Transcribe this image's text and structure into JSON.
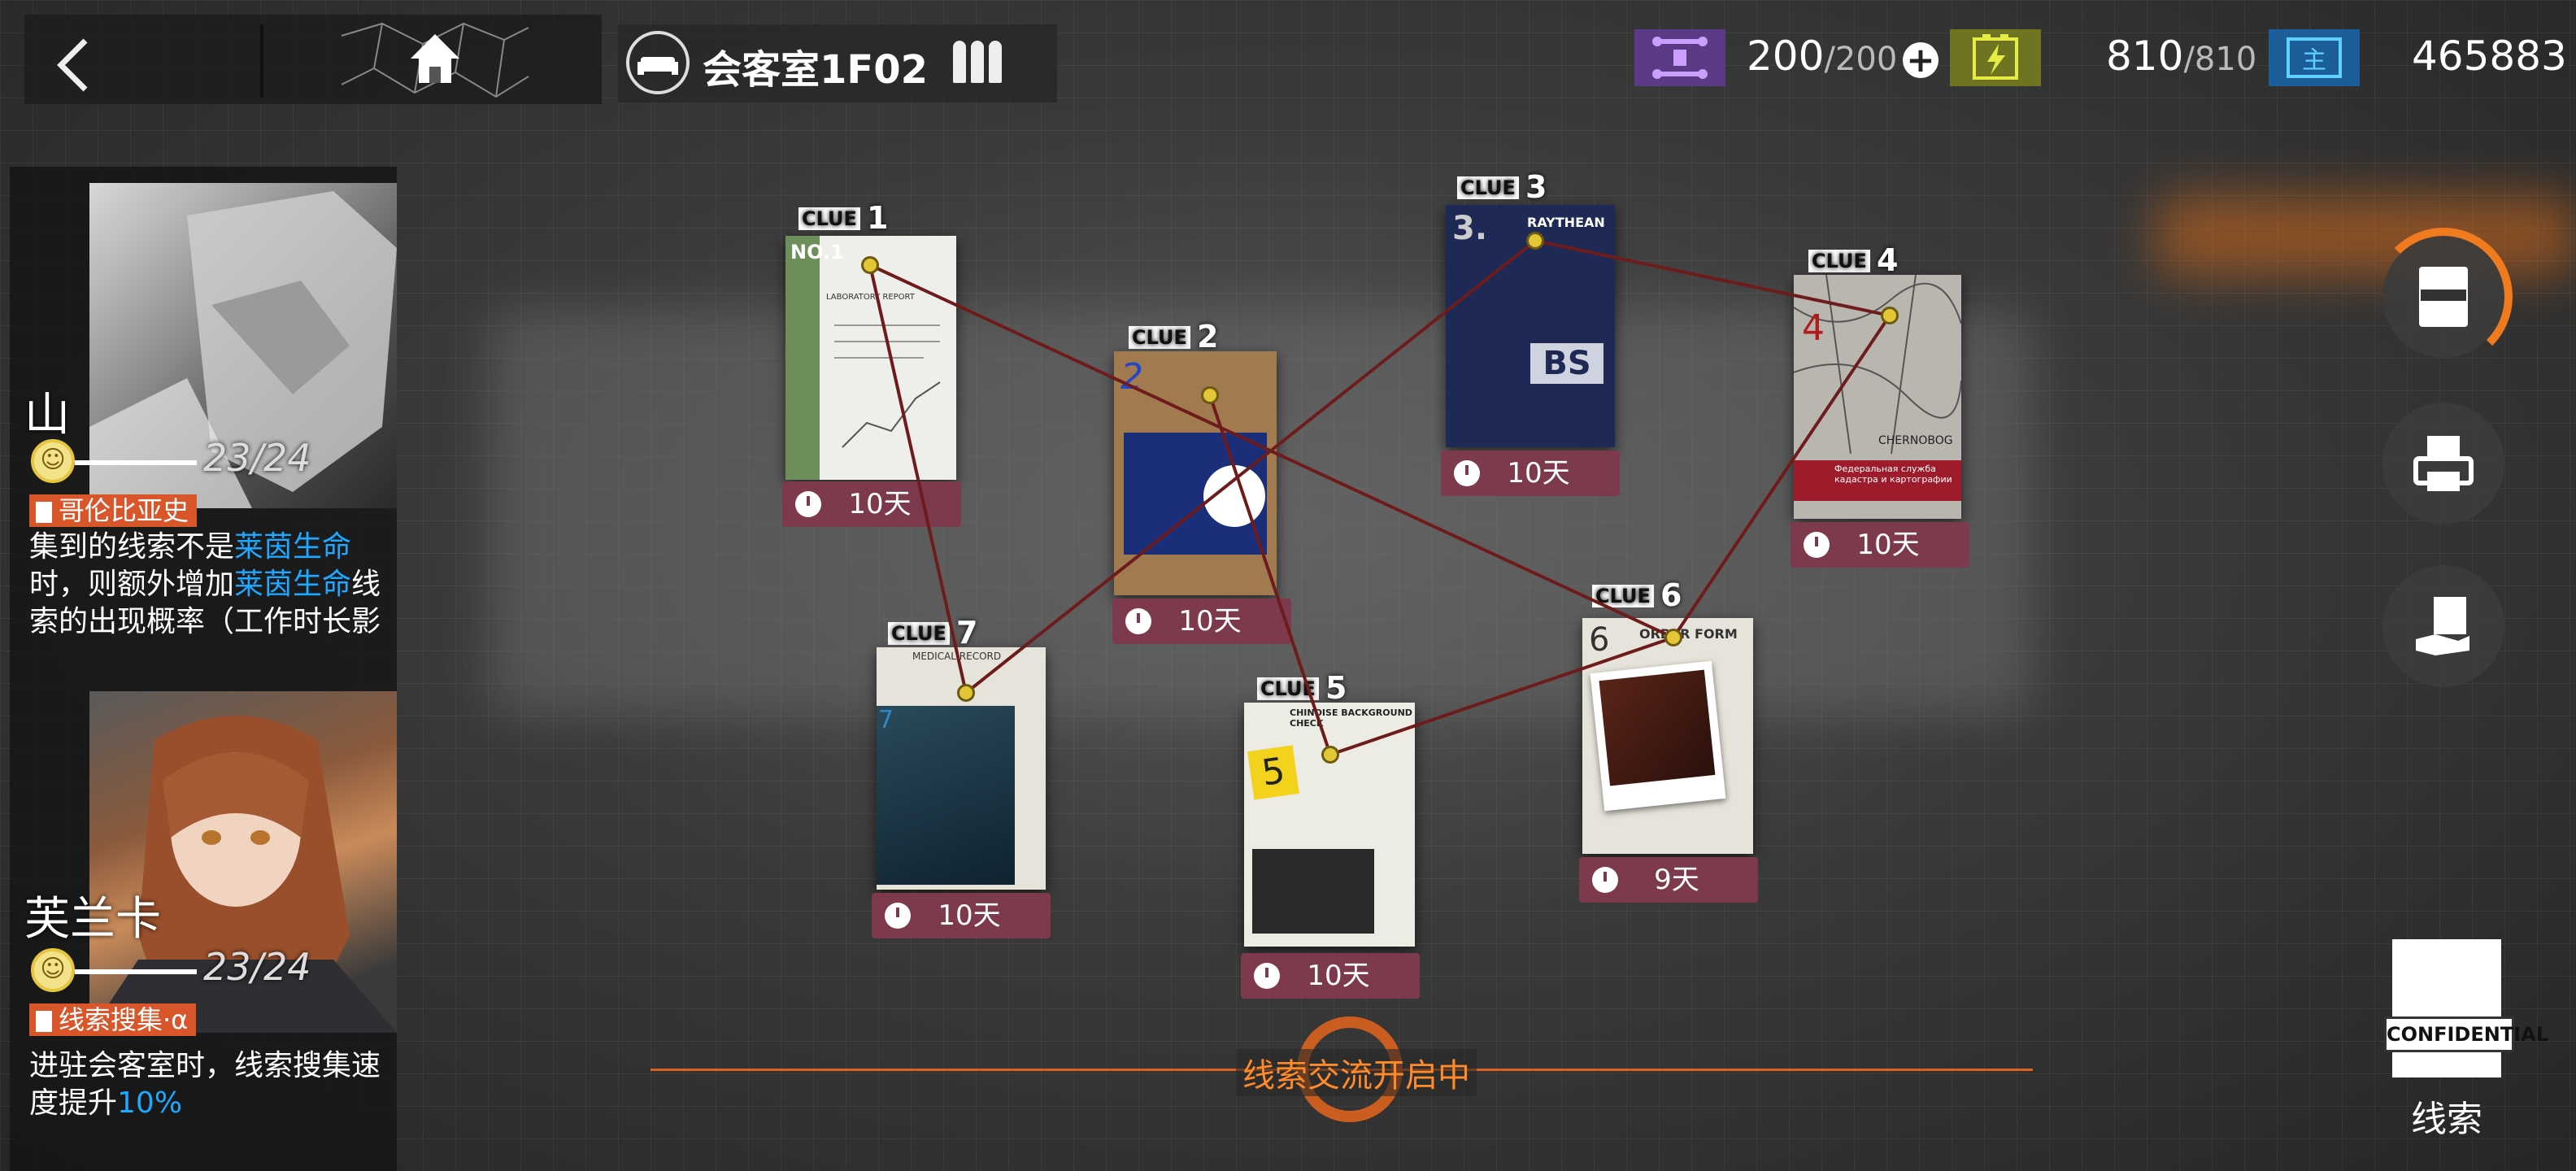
{
  "header": {
    "back_icon": "chevron-left-icon",
    "home_icon": "home-icon",
    "room_icon": "sofa-icon",
    "room_name": "会客室1F02",
    "room_level_icon": "level-bars-icon"
  },
  "resources": {
    "drone": {
      "icon": "drone-icon",
      "value": "200",
      "max": "/200"
    },
    "battery": {
      "icon": "battery-icon",
      "value": "810",
      "max": "/810"
    },
    "tickets": {
      "icon": "ticket-icon",
      "value": "465883"
    }
  },
  "operators": [
    {
      "name": "山",
      "morale": "23/24",
      "skill_name": "哥伦比亚史",
      "skill_desc_parts": [
        "集到的线索不是",
        "莱茵生命",
        "时，则额外增加",
        "莱茵生命",
        "线索的出现概率（工作时长影响概率）"
      ]
    },
    {
      "name": "芙兰卡",
      "morale": "23/24",
      "skill_name": "线索搜集·α",
      "skill_desc_parts": [
        "进驻会客室时，线索搜集速度提升",
        "10%"
      ]
    }
  ],
  "clues": [
    {
      "tag": "CLUE",
      "number": "1",
      "timer": "10天"
    },
    {
      "tag": "CLUE",
      "number": "2",
      "timer": "10天"
    },
    {
      "tag": "CLUE",
      "number": "3",
      "timer": "10天"
    },
    {
      "tag": "CLUE",
      "number": "4",
      "timer": "10天"
    },
    {
      "tag": "CLUE",
      "number": "5",
      "timer": "10天"
    },
    {
      "tag": "CLUE",
      "number": "6",
      "timer": "9天"
    },
    {
      "tag": "CLUE",
      "number": "7",
      "timer": "10天"
    }
  ],
  "card_text": {
    "c1_top": "NO.1",
    "c1_report": "LABORATORY REPORT",
    "c3_title": "RAYTHEAN",
    "c3_bs": "BS",
    "c4_city": "CHERNOBOG",
    "c4_ru": "Федеральная служба кадастра и картографии",
    "c5_title": "CHINOISE BACKGROUND CHECK",
    "c6_title": "ORDER FORM",
    "c6_num": "6",
    "c7_title": "MEDICAL RECORD"
  },
  "sidebar_right": {
    "confidential_progress_icon": "confidential-progress-icon",
    "print_icon": "printer-icon",
    "give_icon": "hand-document-icon",
    "confidential_label": "CONFIDENTIAL",
    "clues_label": "线索"
  },
  "exchange": {
    "label": "线索交流开启中",
    "icon": "exchange-icon"
  },
  "colors": {
    "accent_orange": "#d9631e",
    "timer_bg": "#7d3a4d",
    "highlight_blue": "#1ea8ff",
    "skill_badge": "#d9552a",
    "string_red": "#6e1b1b"
  }
}
